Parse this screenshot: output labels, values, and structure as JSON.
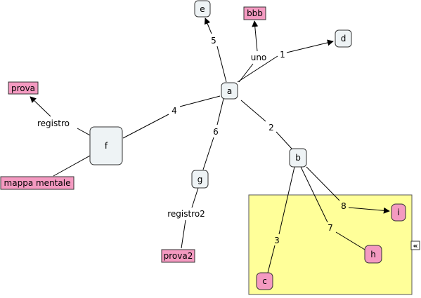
{
  "colors": {
    "node_fill": "#eef3f5",
    "node_stroke": "#333333",
    "tag_fill": "#f49ac1",
    "tag_stroke": "#333333",
    "group_fill": "#ffff99",
    "line": "#000000"
  },
  "nodes": {
    "a": "a",
    "b": "b",
    "c": "c",
    "d": "d",
    "e": "e",
    "f": "f",
    "g": "g",
    "h": "h",
    "i": "i"
  },
  "tags": {
    "bbb": "bbb",
    "prova": "prova",
    "mappa": "mappa mentale",
    "prova2": "prova2"
  },
  "edge_labels": {
    "uno": "uno",
    "e1": "1",
    "e2": "2",
    "e3": "3",
    "e4": "4",
    "e5": "5",
    "e6": "6",
    "e7": "7",
    "e8": "8",
    "registro": "registro",
    "registro2": "registro2"
  },
  "collapse_icon": "«"
}
